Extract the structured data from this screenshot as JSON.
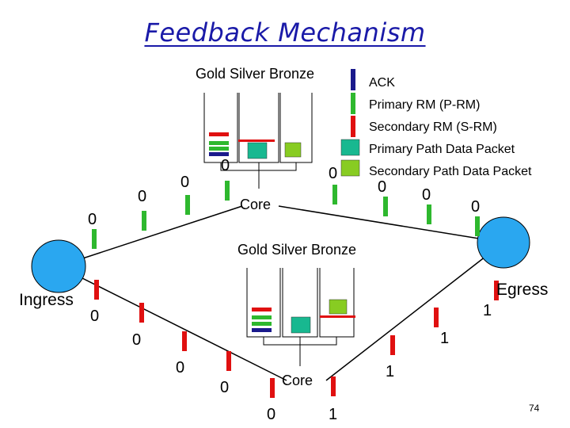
{
  "title": "Feedback Mechanism",
  "class_labels_top": "Gold  Silver Bronze",
  "class_labels_bottom": "Gold  Silver Bronze",
  "legend": {
    "ack": "ACK",
    "primary_rm": "Primary RM (P-RM)",
    "secondary_rm": "Secondary RM (S-RM)",
    "primary_data": "Primary Path Data Packet",
    "secondary_data": "Secondary Path Data Packet"
  },
  "nodes": {
    "core_top": "Core",
    "core_bottom": "Core",
    "ingress": "Ingress",
    "egress": "Egress"
  },
  "counters_top": [
    "0",
    "0",
    "0",
    "0",
    "0",
    "0",
    "0",
    "0"
  ],
  "counters_bottom": [
    "0",
    "0",
    "0",
    "0",
    "0",
    "1",
    "1",
    "1",
    "1"
  ],
  "page_number": "74",
  "colors": {
    "ack": "#1a1a8c",
    "primary_rm": "#2eb82e",
    "secondary_rm": "#e01010",
    "primary_data": "#18b890",
    "secondary_data": "#88cc22",
    "node": "#2aa7f0",
    "title": "#1a1aa8"
  }
}
